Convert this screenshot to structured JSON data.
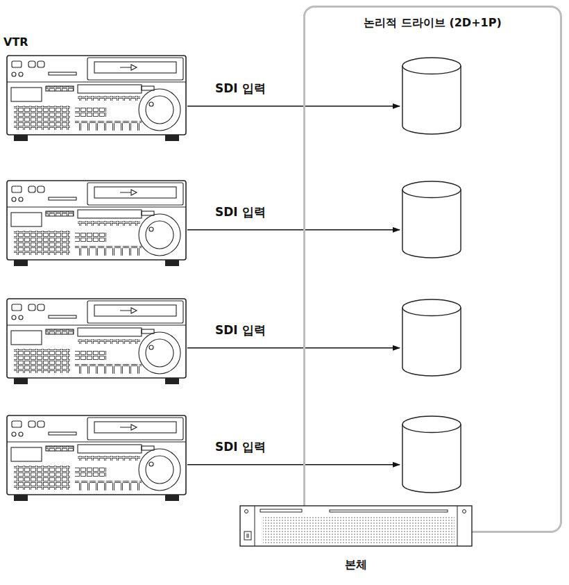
{
  "diagram": {
    "nodes": [
      {
        "text": [
          "VTR"
        ]
      },
      {
        "text": []
      },
      {
        "text": []
      },
      {
        "text": []
      },
      {
        "text": [
          "논리적 드라이브 (2D+1P)"
        ]
      },
      {
        "text": [],
        "in": 4
      },
      {
        "text": [],
        "in": 4
      },
      {
        "text": [],
        "in": 4
      },
      {
        "text": [],
        "in": 4
      },
      {
        "text": [
          "본체"
        ]
      }
    ],
    "edges": [
      {
        "from": 0,
        "to": 5,
        "label": "SDI 입력",
        "arrow": "to"
      },
      {
        "from": 1,
        "to": 6,
        "label": "SDI 입력",
        "arrow": "to"
      },
      {
        "from": 2,
        "to": 7,
        "label": "SDI 입력",
        "arrow": "to"
      },
      {
        "from": 3,
        "to": 8,
        "label": "SDI 입력",
        "arrow": "to"
      }
    ]
  }
}
